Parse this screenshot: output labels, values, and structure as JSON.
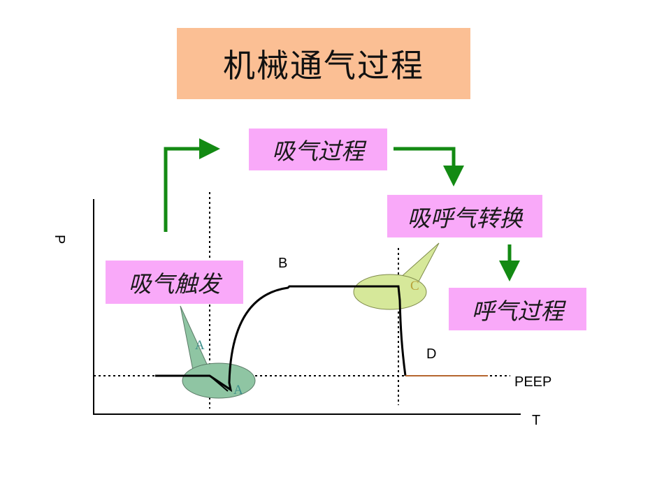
{
  "title": "机械通气过程",
  "phases": {
    "inspiration": "吸气过程",
    "switch": "吸呼气转换",
    "expiration": "呼气过程",
    "trigger": "吸气触发"
  },
  "axes": {
    "y_label": "P",
    "x_label": "T",
    "peep_label": "PEEP"
  },
  "points": {
    "a1": "A",
    "a2": "A",
    "b": "B",
    "c": "C",
    "d": "D"
  },
  "colors": {
    "title_bg": "#fbbf94",
    "phase_bg": "#f9a9f9",
    "arrow": "#138a13",
    "trigger_ellipse": "#8fc5a3",
    "switch_ellipse": "#d6e89a",
    "expiration_baseline": "#b5652e"
  }
}
